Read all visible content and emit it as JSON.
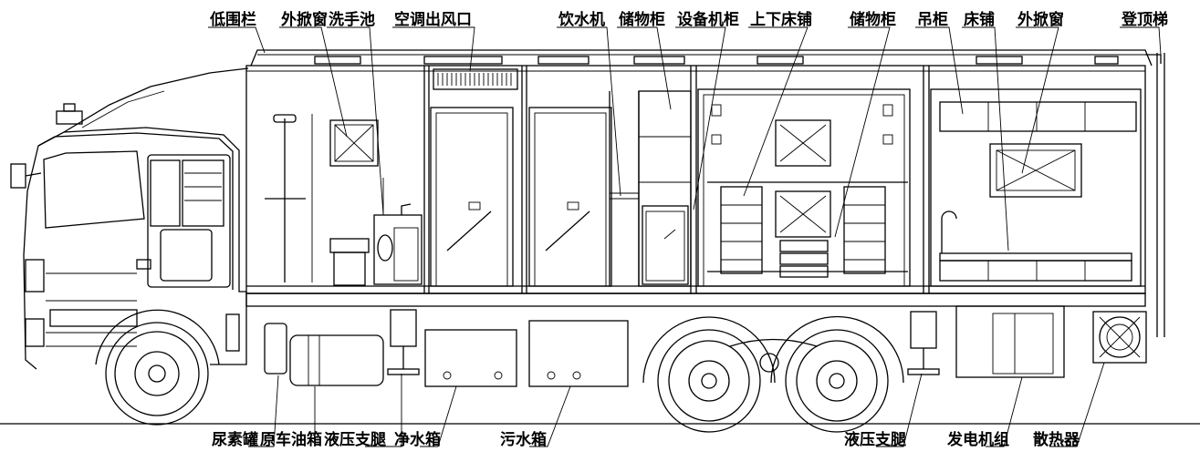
{
  "top_labels": [
    "低围栏",
    "外掀窗",
    "洗手池",
    "空调出风口",
    "饮水机",
    "储物柜",
    "设备机柜",
    "上下床铺",
    "储物柜",
    "吊柜",
    "床铺",
    "外掀窗",
    "登顶梯"
  ],
  "bottom_labels": [
    "尿素罐",
    "原车油箱",
    "液压支腿",
    "净水箱",
    "污水箱",
    "液压支腿",
    "发电机组",
    "散热器"
  ]
}
